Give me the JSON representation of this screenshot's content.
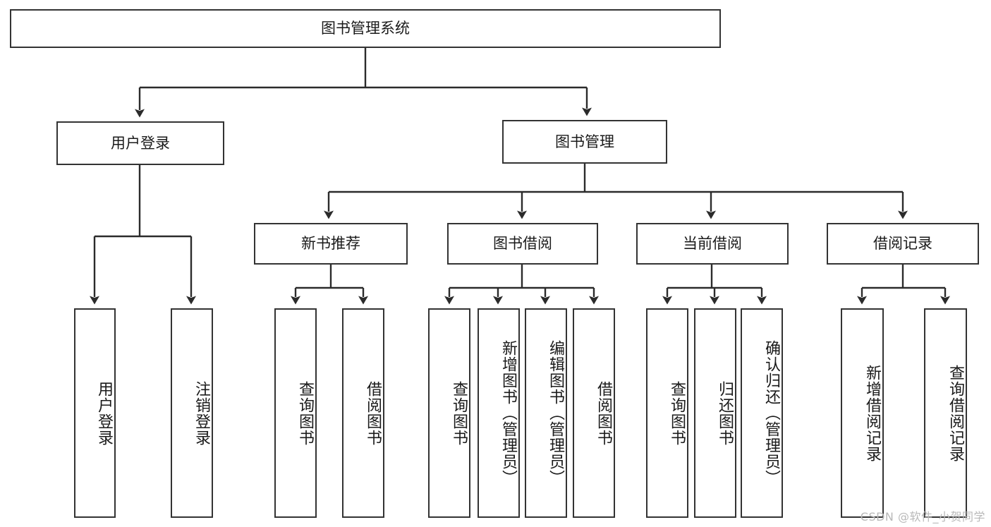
{
  "diagram": {
    "type": "tree-hierarchy",
    "title": "图书管理系统",
    "root": {
      "id": "root",
      "label": "图书管理系统"
    },
    "level1": [
      {
        "id": "user-login",
        "label": "用户登录"
      },
      {
        "id": "book-management",
        "label": "图书管理"
      }
    ],
    "level2": [
      {
        "id": "new-book-recommend",
        "label": "新书推荐",
        "parent": "book-management"
      },
      {
        "id": "book-borrow",
        "label": "图书借阅",
        "parent": "book-management"
      },
      {
        "id": "current-borrow",
        "label": "当前借阅",
        "parent": "book-management"
      },
      {
        "id": "borrow-record",
        "label": "借阅记录",
        "parent": "book-management"
      }
    ],
    "leaves": {
      "user_login": [
        {
          "id": "leaf-user-login",
          "label": "用户登录"
        },
        {
          "id": "leaf-user-logout",
          "label": "注销登录"
        }
      ],
      "new_book_recommend": [
        {
          "id": "leaf-query-book-1",
          "label": "查询图书"
        },
        {
          "id": "leaf-borrow-book-1",
          "label": "借阅图书"
        }
      ],
      "book_borrow": [
        {
          "id": "leaf-query-book-2",
          "label": "查询图书"
        },
        {
          "id": "leaf-add-book",
          "label": "新增图书（管理员）"
        },
        {
          "id": "leaf-edit-book",
          "label": "编辑图书（管理员）"
        },
        {
          "id": "leaf-borrow-book-2",
          "label": "借阅图书"
        }
      ],
      "current_borrow": [
        {
          "id": "leaf-query-book-3",
          "label": "查询图书"
        },
        {
          "id": "leaf-return-book",
          "label": "归还图书"
        },
        {
          "id": "leaf-confirm-return",
          "label": "确认归还（管理员）"
        }
      ],
      "borrow_record": [
        {
          "id": "leaf-add-record",
          "label": "新增借阅记录"
        },
        {
          "id": "leaf-query-record",
          "label": "查询借阅记录"
        }
      ]
    },
    "colors": {
      "box_border": "#333333",
      "box_fill": "#ffffff",
      "wire": "#2b2b2b",
      "text": "#1a1a1a",
      "watermark": "#b9b9b9"
    }
  },
  "watermark": {
    "text": "CSDN @软件_小贺同学"
  }
}
